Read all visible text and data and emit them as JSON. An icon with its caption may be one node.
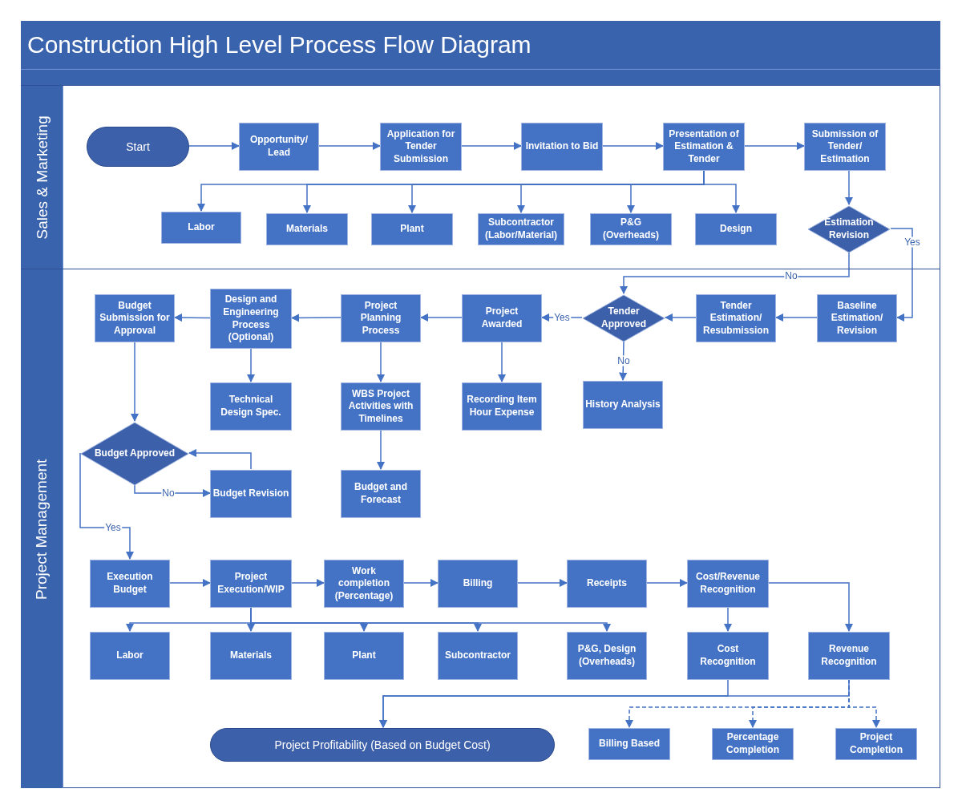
{
  "diagram": {
    "title": "Construction High Level Process Flow Diagram",
    "nodes": [
      {
        "text": [
          "Sales & Marketing"
        ]
      },
      {
        "text": [
          "Start"
        ],
        "in": 0
      },
      {
        "text": [
          "Opportunity/ Lead"
        ],
        "in": 0
      },
      {
        "text": [
          "Application for Tender Submission"
        ],
        "in": 0
      },
      {
        "text": [
          "Invitation to Bid"
        ],
        "in": 0
      },
      {
        "text": [
          "Presentation of Estimation & Tender"
        ],
        "in": 0
      },
      {
        "text": [
          "Submission of Tender/ Estimation"
        ],
        "in": 0
      },
      {
        "text": [
          "Labor"
        ],
        "in": 0
      },
      {
        "text": [
          "Materials"
        ],
        "in": 0
      },
      {
        "text": [
          "Plant"
        ],
        "in": 0
      },
      {
        "text": [
          "Subcontractor (Labor/Material)"
        ],
        "in": 0
      },
      {
        "text": [
          "P&G (Overheads)"
        ],
        "in": 0
      },
      {
        "text": [
          "Design"
        ],
        "in": 0
      },
      {
        "text": [
          "Estimation Revision"
        ],
        "in": 0
      },
      {
        "text": [
          "Project Management"
        ]
      },
      {
        "text": [
          "Budget Submission for Approval"
        ],
        "in": 14
      },
      {
        "text": [
          "Design and Engineering Process (Optional)"
        ],
        "in": 14
      },
      {
        "text": [
          "Project Planning Process"
        ],
        "in": 14
      },
      {
        "text": [
          "Project Awarded"
        ],
        "in": 14
      },
      {
        "text": [
          "Tender Approved"
        ],
        "in": 14
      },
      {
        "text": [
          "Tender Estimation/ Resubmission"
        ],
        "in": 14
      },
      {
        "text": [
          "Baseline Estimation/ Revision"
        ],
        "in": 14
      },
      {
        "text": [
          "Technical Design Spec."
        ],
        "in": 14
      },
      {
        "text": [
          "WBS Project Activities with Timelines"
        ],
        "in": 14
      },
      {
        "text": [
          "Recording Item Hour Expense"
        ],
        "in": 14
      },
      {
        "text": [
          "History Analysis"
        ],
        "in": 14
      },
      {
        "text": [
          "Budget Approved"
        ],
        "in": 14
      },
      {
        "text": [
          "Budget Revision"
        ],
        "in": 14
      },
      {
        "text": [
          "Budget and Forecast"
        ],
        "in": 14
      },
      {
        "text": [
          "Execution Budget"
        ],
        "in": 14
      },
      {
        "text": [
          "Project Execution/WIP"
        ],
        "in": 14
      },
      {
        "text": [
          "Work completion (Percentage)"
        ],
        "in": 14
      },
      {
        "text": [
          "Billing"
        ],
        "in": 14
      },
      {
        "text": [
          "Receipts"
        ],
        "in": 14
      },
      {
        "text": [
          "Cost/Revenue Recognition"
        ],
        "in": 14
      },
      {
        "text": [
          "Labor"
        ],
        "in": 14
      },
      {
        "text": [
          "Materials"
        ],
        "in": 14
      },
      {
        "text": [
          "Plant"
        ],
        "in": 14
      },
      {
        "text": [
          "Subcontractor"
        ],
        "in": 14
      },
      {
        "text": [
          "P&G, Design (Overheads)"
        ],
        "in": 14
      },
      {
        "text": [
          "Cost Recognition"
        ],
        "in": 14
      },
      {
        "text": [
          "Revenue Recognition"
        ],
        "in": 14
      },
      {
        "text": [
          "Project Profitability (Based on Budget Cost)"
        ],
        "in": 14
      },
      {
        "text": [
          "Billing Based"
        ],
        "in": 14
      },
      {
        "text": [
          "Percentage Completion"
        ],
        "in": 14
      },
      {
        "text": [
          "Project Completion"
        ],
        "in": 14
      }
    ],
    "edges": [
      {
        "from": 1,
        "to": 2,
        "arrow": "to"
      },
      {
        "from": 2,
        "to": 3,
        "arrow": "to"
      },
      {
        "from": 3,
        "to": 4,
        "arrow": "to"
      },
      {
        "from": 4,
        "to": 5,
        "arrow": "to"
      },
      {
        "from": 5,
        "to": 6,
        "arrow": "to"
      },
      {
        "from": 5,
        "to": 7,
        "arrow": "to"
      },
      {
        "from": 5,
        "to": 8,
        "arrow": "to"
      },
      {
        "from": 5,
        "to": 9,
        "arrow": "to"
      },
      {
        "from": 5,
        "to": 10,
        "arrow": "to"
      },
      {
        "from": 5,
        "to": 11,
        "arrow": "to"
      },
      {
        "from": 5,
        "to": 12,
        "arrow": "to"
      },
      {
        "from": 6,
        "to": 13,
        "arrow": "to"
      },
      {
        "from": 13,
        "to": 19,
        "arrow": "to",
        "label": "No"
      },
      {
        "from": 13,
        "to": 21,
        "arrow": "to",
        "label": "Yes"
      },
      {
        "from": 21,
        "to": 20,
        "arrow": "to"
      },
      {
        "from": 20,
        "to": 19,
        "arrow": "to"
      },
      {
        "from": 19,
        "to": 18,
        "arrow": "to",
        "label": "Yes"
      },
      {
        "from": 19,
        "to": 25,
        "arrow": "to",
        "label": "No"
      },
      {
        "from": 18,
        "to": 17,
        "arrow": "to"
      },
      {
        "from": 18,
        "to": 24,
        "arrow": "to"
      },
      {
        "from": 17,
        "to": 16,
        "arrow": "to"
      },
      {
        "from": 17,
        "to": 23,
        "arrow": "to"
      },
      {
        "from": 16,
        "to": 15,
        "arrow": "to"
      },
      {
        "from": 16,
        "to": 22,
        "arrow": "to"
      },
      {
        "from": 23,
        "to": 28,
        "arrow": "to"
      },
      {
        "from": 15,
        "to": 26,
        "arrow": "to"
      },
      {
        "from": 26,
        "to": 27,
        "arrow": "to",
        "label": "No"
      },
      {
        "from": 27,
        "to": 26,
        "arrow": "to"
      },
      {
        "from": 26,
        "to": 29,
        "arrow": "to",
        "label": "Yes"
      },
      {
        "from": 29,
        "to": 30,
        "arrow": "to"
      },
      {
        "from": 30,
        "to": 31,
        "arrow": "to"
      },
      {
        "from": 31,
        "to": 32,
        "arrow": "to"
      },
      {
        "from": 32,
        "to": 33,
        "arrow": "to"
      },
      {
        "from": 33,
        "to": 34,
        "arrow": "to"
      },
      {
        "from": 30,
        "to": 35,
        "arrow": "to"
      },
      {
        "from": 30,
        "to": 36,
        "arrow": "to"
      },
      {
        "from": 30,
        "to": 37,
        "arrow": "to"
      },
      {
        "from": 30,
        "to": 38,
        "arrow": "to"
      },
      {
        "from": 30,
        "to": 39,
        "arrow": "to"
      },
      {
        "from": 34,
        "to": 40,
        "arrow": "to"
      },
      {
        "from": 34,
        "to": 41,
        "arrow": "to"
      },
      {
        "from": 40,
        "to": 42,
        "arrow": "to"
      },
      {
        "from": 41,
        "to": 42,
        "arrow": "to"
      },
      {
        "from": 41,
        "to": 43,
        "arrow": "to",
        "style": "dashed"
      },
      {
        "from": 41,
        "to": 44,
        "arrow": "to",
        "style": "dashed"
      },
      {
        "from": 41,
        "to": 45,
        "arrow": "to",
        "style": "dashed"
      }
    ]
  }
}
